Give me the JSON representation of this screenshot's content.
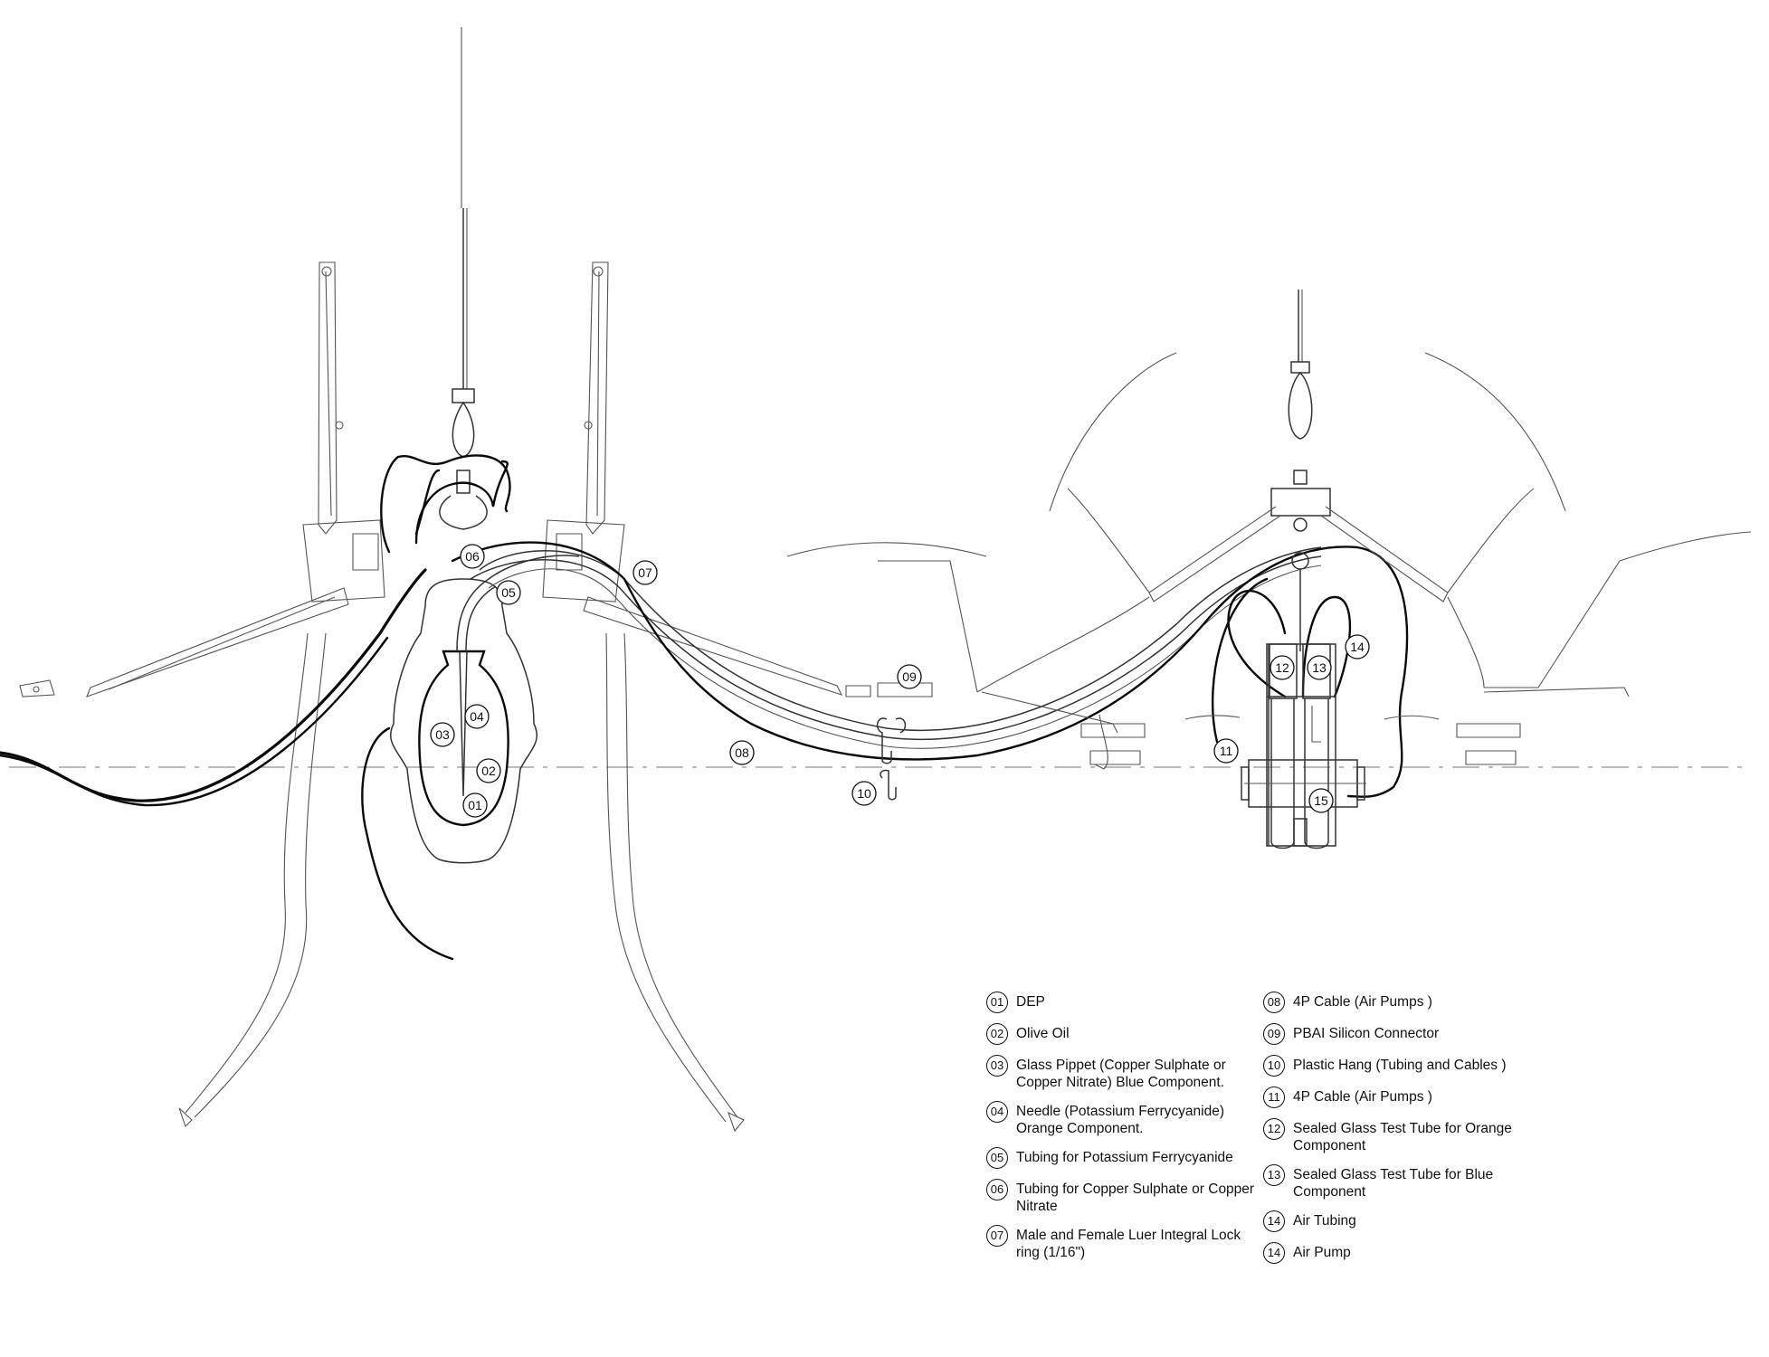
{
  "callouts": [
    {
      "num": "01"
    },
    {
      "num": "02"
    },
    {
      "num": "03"
    },
    {
      "num": "04"
    },
    {
      "num": "05"
    },
    {
      "num": "06"
    },
    {
      "num": "07"
    },
    {
      "num": "08"
    },
    {
      "num": "09"
    },
    {
      "num": "10"
    },
    {
      "num": "11"
    },
    {
      "num": "12"
    },
    {
      "num": "13"
    },
    {
      "num": "14"
    },
    {
      "num": "15"
    }
  ],
  "legend": {
    "col1": [
      {
        "num": "01",
        "label": "DEP"
      },
      {
        "num": "02",
        "label": "Olive Oil"
      },
      {
        "num": "03",
        "label": "Glass Pippet (Copper Sulphate or Copper Nitrate) Blue Component."
      },
      {
        "num": "04",
        "label": "Needle (Potassium Ferrycyanide) Orange Component."
      },
      {
        "num": "05",
        "label": "Tubing for Potassium Ferrycyanide"
      },
      {
        "num": "06",
        "label": "Tubing for Copper Sulphate or Copper Nitrate"
      },
      {
        "num": "07",
        "label": "Male and Female Luer Integral Lock ring (1/16\")"
      }
    ],
    "col2": [
      {
        "num": "08",
        "label": "4P Cable (Air Pumps )"
      },
      {
        "num": "09",
        "label": "PBAI Silicon Connector"
      },
      {
        "num": "10",
        "label": "Plastic Hang (Tubing and Cables )"
      },
      {
        "num": "11",
        "label": "4P Cable (Air Pumps )"
      },
      {
        "num": "12",
        "label": "Sealed Glass Test Tube for Orange Component"
      },
      {
        "num": "13",
        "label": "Sealed Glass Test Tube for Blue Component"
      },
      {
        "num": "14",
        "label": "Air Tubing"
      },
      {
        "num": "14",
        "label": "Air Pump"
      }
    ]
  }
}
